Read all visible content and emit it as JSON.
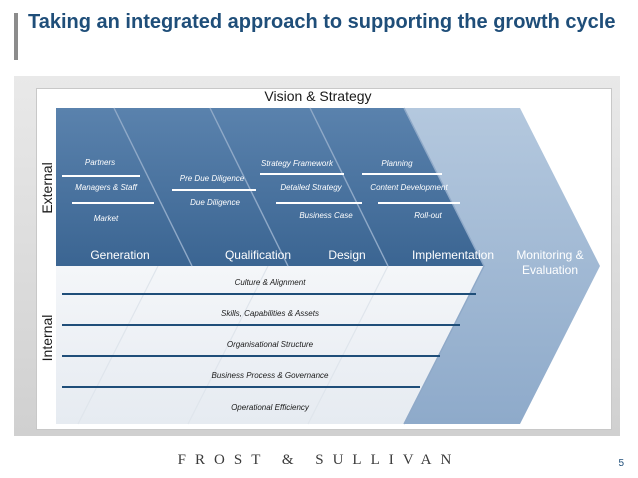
{
  "title": "Taking an integrated approach to supporting the growth cycle",
  "vision_label": "Vision & Strategy",
  "side_labels": {
    "external": "External",
    "internal": "Internal"
  },
  "stages": [
    {
      "name": "Generation",
      "items": [
        "Partners",
        "Managers & Staff",
        "Market"
      ]
    },
    {
      "name": "Qualification",
      "items": [
        "Pre Due Diligence",
        "Due Diligence"
      ]
    },
    {
      "name": "Design",
      "items": [
        "Strategy Framework",
        "Detailed Strategy",
        "Business Case"
      ]
    },
    {
      "name": "Implementation",
      "items": [
        "Planning",
        "Content Development",
        "Roll-out"
      ]
    }
  ],
  "final_stage": {
    "line1": "Monitoring &",
    "line2": "Evaluation"
  },
  "internal_items": [
    "Culture & Alignment",
    "Skills, Capabilities & Assets",
    "Organisational Structure",
    "Business Process & Governance",
    "Operational Efficiency"
  ],
  "colors": {
    "title": "#1f4e79",
    "chevron_dark": "#3f6a98",
    "chevron_light": "#9cb6d2",
    "line": "#1f4e79"
  },
  "footer": {
    "logo": "FROST & SULLIVAN",
    "page": "5"
  }
}
